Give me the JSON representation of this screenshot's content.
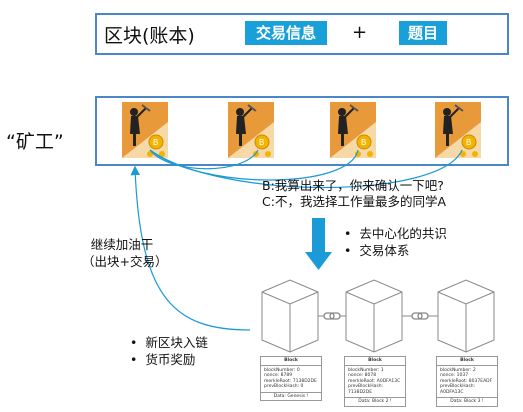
{
  "block_header": {
    "title": "区块(账本)",
    "tx_tag": "交易信息",
    "plus": "+",
    "question_tag": "题目"
  },
  "miners": {
    "label": "“矿工”",
    "count": 4
  },
  "dialog": {
    "line1": "B:我算出来了，你来确认一下吧?",
    "line2": "C:不，我选择工作量最多的同学A"
  },
  "outcomes": {
    "items": [
      "去中心化的共识",
      "交易体系"
    ]
  },
  "continue": {
    "line1": "继续加油干",
    "line2": "（出块+交易）"
  },
  "rewards": {
    "items": [
      "新区块入链",
      "货币奖励"
    ]
  },
  "chain": {
    "blocks": [
      {
        "title": "Block",
        "lines": [
          "blockNumber: 0",
          "nonce: 8789",
          "merkleRoot: 7138D2DE",
          "prevBlockHash: 0"
        ],
        "data": "Data: Genesis !"
      },
      {
        "title": "Block",
        "lines": [
          "blockNumber: 1",
          "nonce: 8078",
          "merkleRoot: A0DFA13C",
          "prevBlockHash: 7138D2DE"
        ],
        "data": "Data: Block 2 !"
      },
      {
        "title": "Block",
        "lines": [
          "blockNumber: 2",
          "nonce: 1037",
          "merkleRoot: 8037EADF",
          "prevBlockHash: A0DFA13C"
        ],
        "data": "Data: Block 3 !"
      }
    ]
  },
  "colors": {
    "frame": "#4a86c8",
    "tag": "#1aa0d8",
    "arrow": "#1a9ad6",
    "coin": "#f2b400",
    "miner_bg": "#e89a3a"
  }
}
